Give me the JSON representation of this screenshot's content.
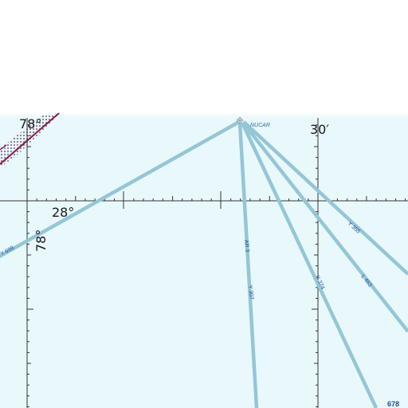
{
  "chart": {
    "colors": {
      "water": "#e8f8fb",
      "route": "#94c6d6",
      "graticule": "#333333",
      "restricted_area": "#8a1a4a",
      "label": "#1c4f8f"
    },
    "fix": {
      "name": "NUCAR",
      "icon": "waypoint-fix-icon"
    },
    "coordinate_labels": {
      "lat_top": "78°",
      "lat_mid": "28°",
      "lon_vertical": "78°",
      "lon_right": "30′"
    },
    "routes": {
      "west": "Y 699",
      "ar3": "AR 3",
      "y307": "Y 307",
      "y374": "Y 374",
      "l463": "L 463",
      "y355": "Y 355",
      "partial": "678"
    }
  }
}
